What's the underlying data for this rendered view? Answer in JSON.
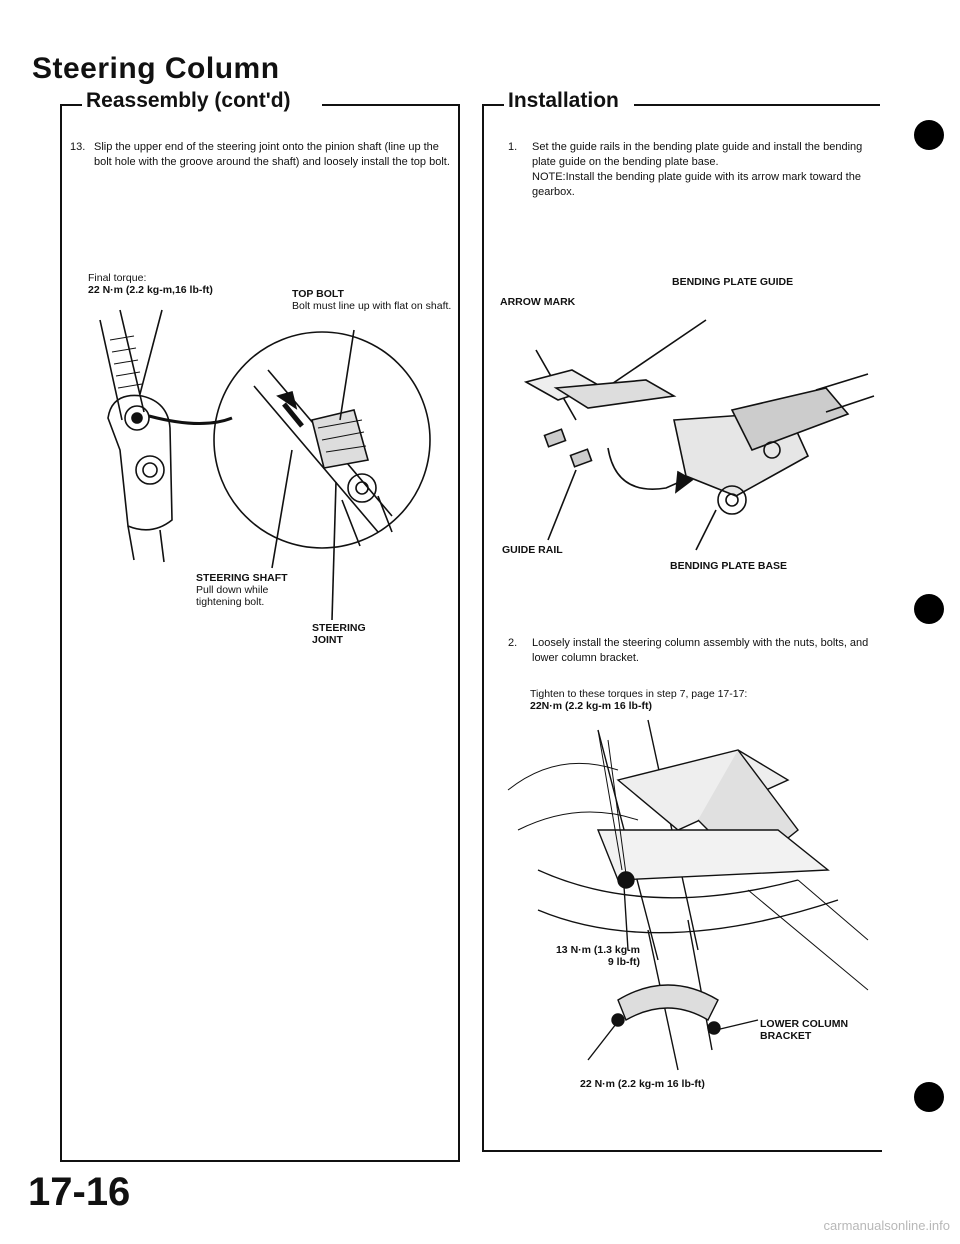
{
  "page": {
    "title": "Steering Column",
    "page_number": "17-16",
    "watermark": "carmanualsonline.info"
  },
  "left": {
    "heading": "Reassembly (cont'd)",
    "step": {
      "number": "13.",
      "text": "Slip the upper end of the steering joint onto the pinion shaft (line up the bolt hole with the groove around the shaft) and loosely install the top bolt."
    },
    "labels": {
      "final_torque_title": "Final torque:",
      "final_torque_value": "22 N·m (2.2 kg-m,16 lb-ft)",
      "top_bolt_title": "TOP BOLT",
      "top_bolt_note": "Bolt must line up with flat on shaft.",
      "steering_shaft_title": "STEERING SHAFT",
      "steering_shaft_note": "Pull down while tightening bolt.",
      "steering_joint_line1": "STEERING",
      "steering_joint_line2": "JOINT"
    }
  },
  "right": {
    "heading": "Installation",
    "step1": {
      "number": "1.",
      "text": "Set the guide rails in the bending plate guide and install the bending plate guide on the bending plate base.",
      "note": "NOTE:Install the bending plate guide with its arrow mark toward the gearbox."
    },
    "labels1": {
      "bending_plate_guide": "BENDING PLATE GUIDE",
      "arrow_mark": "ARROW MARK",
      "guide_rail": "GUIDE RAIL",
      "bending_plate_base": "BENDING PLATE BASE"
    },
    "step2": {
      "number": "2.",
      "text": "Loosely install the steering column assembly with the nuts, bolts, and lower column bracket."
    },
    "torque_note_line1": "Tighten to these torques in step 7, page 17-17:",
    "torque_note_line2": "22N·m (2.2 kg-m 16 lb-ft)",
    "labels2": {
      "torque_13_line1": "13 N·m (1.3 kg-m",
      "torque_13_line2": "9 lb-ft)",
      "lower_column_bracket_line1": "LOWER COLUMN",
      "lower_column_bracket_line2": "BRACKET",
      "torque_22": "22 N·m (2.2 kg-m 16 lb-ft)"
    }
  }
}
